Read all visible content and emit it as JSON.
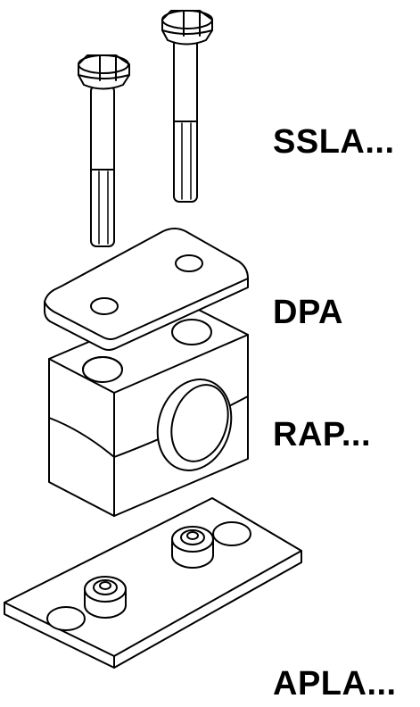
{
  "parts": [
    {
      "id": "bolts",
      "label": "SSLA..."
    },
    {
      "id": "cover-plate",
      "label": "DPA"
    },
    {
      "id": "clamp-body",
      "label": "RAP..."
    },
    {
      "id": "base-plate",
      "label": "APLA..."
    }
  ],
  "colors": {
    "line": "#000000",
    "fill": "#ffffff"
  }
}
